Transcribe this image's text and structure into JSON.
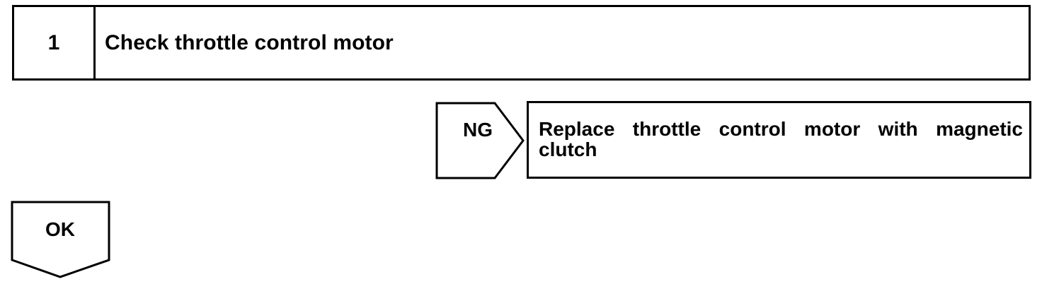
{
  "step": {
    "number": "1",
    "title": "Check throttle control motor"
  },
  "ng_branch": {
    "label": "NG",
    "action": "Replace throttle control motor with magnetic clutch"
  },
  "ok_branch": {
    "label": "OK"
  }
}
